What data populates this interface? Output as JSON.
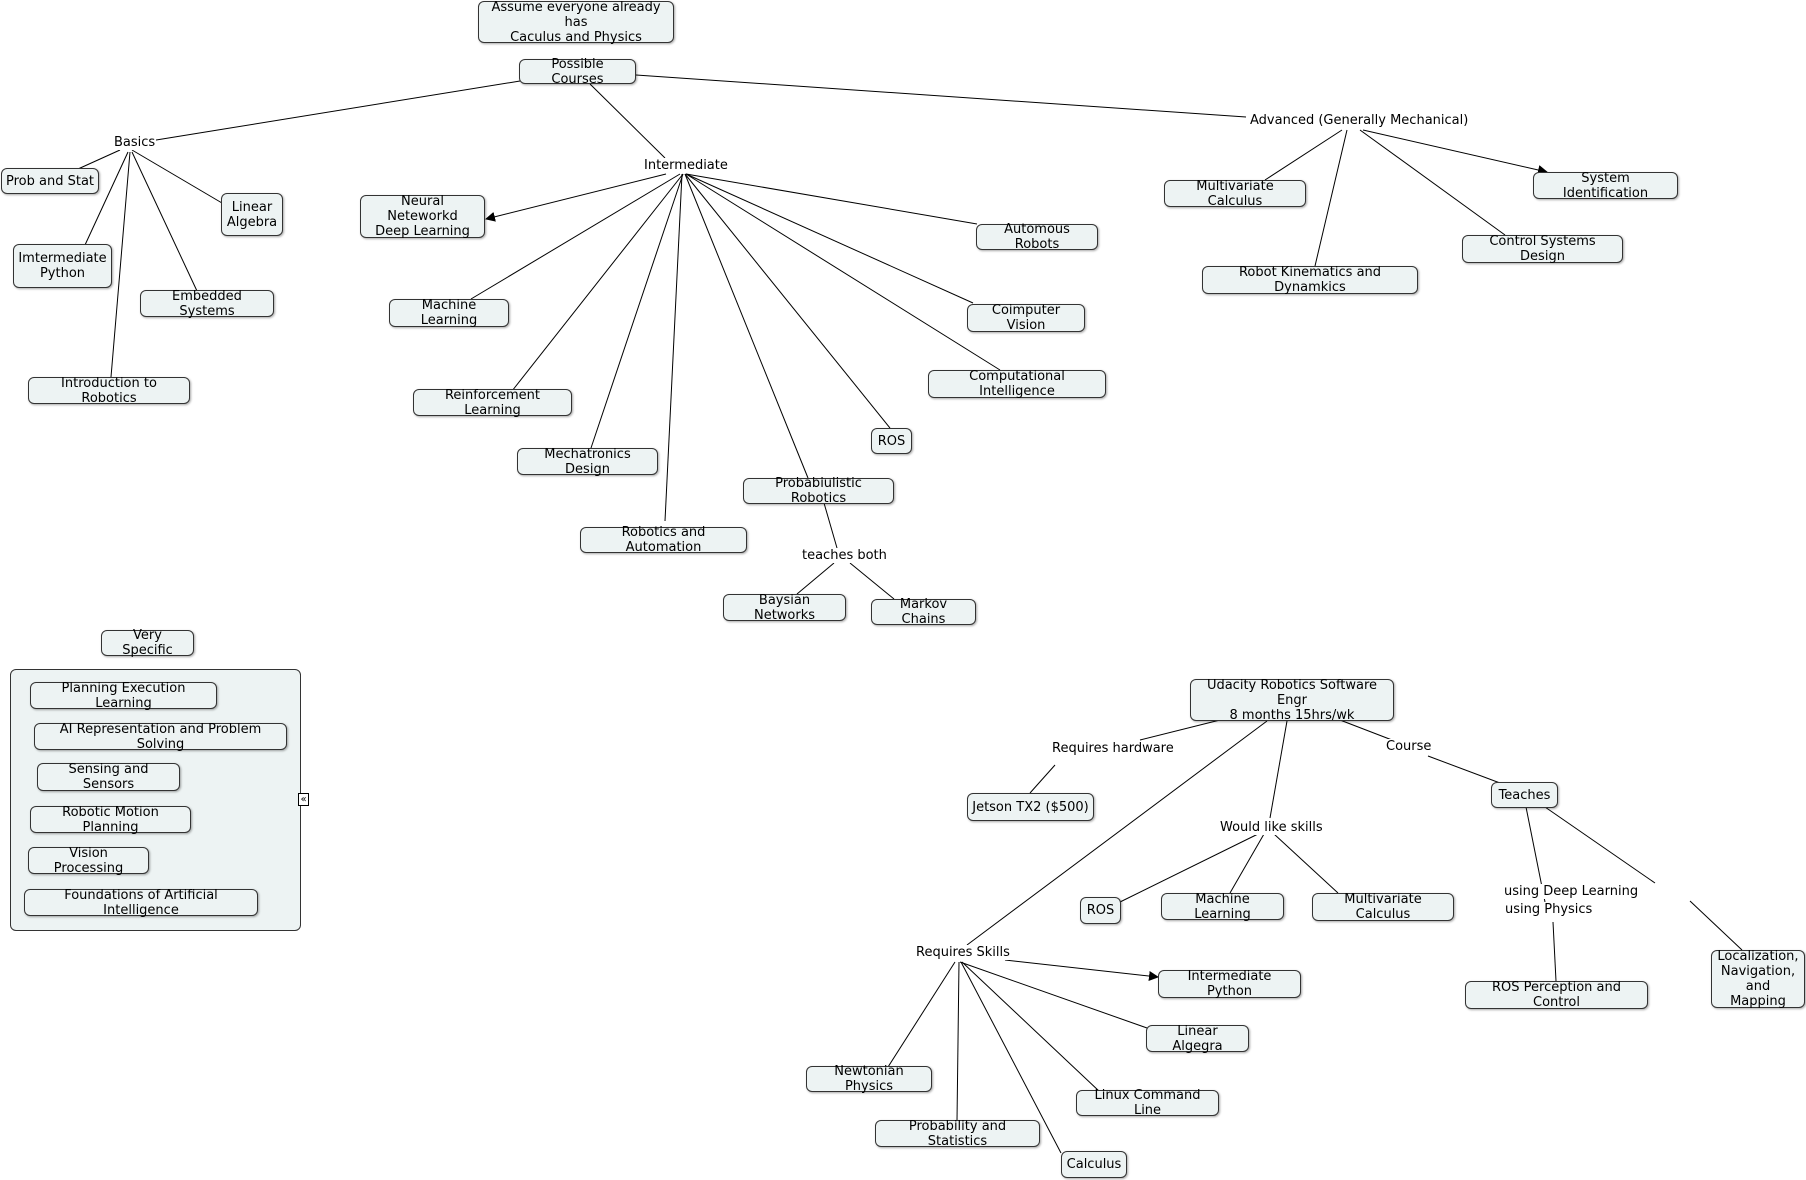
{
  "header": {
    "note": "Assume everyone already has\nCaculus and Physics",
    "possible_courses": "Possible Courses"
  },
  "basics": {
    "label": "Basics",
    "prob_stat": "Prob and Stat",
    "linear_algebra": "Linear\nAlgebra",
    "intermediate_python": "Imtermediate\nPython",
    "embedded_systems": "Embedded Systems",
    "intro_robotics": "Introduction to Robotics"
  },
  "intermediate": {
    "label": "Intermediate",
    "neural_networks": "Neural Neteworkd\nDeep Learning",
    "autonomous_robots": "Automous Robots",
    "machine_learning": "Machine Learning",
    "computer_vision": "Coimputer Vision",
    "computational_intelligence": "Computational Intelligence",
    "reinforcement_learning": "Reinforcement Learning",
    "ros": "ROS",
    "mechatronics": "Mechatronics Design",
    "probabilistic_robotics": "Probabiulistic Robotics",
    "robotics_automation": "Robotics and Automation",
    "teaches_both": "teaches both",
    "bayesian_networks": "Baysian Networks",
    "markov_chains": "Markov Chains"
  },
  "advanced": {
    "label": "Advanced (Generally Mechanical)",
    "multivariate_calculus": "Multivariate Calculus",
    "system_identification": "System Identification",
    "control_systems": "Control Systems Design",
    "robot_kinematics": "Robot Kinematics and Dynamkics"
  },
  "very_specific": {
    "title": "Very Specific",
    "items": [
      "Planning Execution Learning",
      "AI Representation and Problem Solving",
      "Sensing and Sensors",
      "Robotic Motion Planning",
      "Vision Processing",
      "Foundations of Artificial Intelligence"
    ],
    "collapse_glyph": "«"
  },
  "udacity": {
    "title": "Udacity Robotics Software Engr\n8 months 15hrs/wk",
    "requires_hardware": "Requires hardware",
    "jetson": "Jetson TX2 ($500)",
    "course": "Course",
    "teaches": "Teaches",
    "would_like_skills": "Would like skills",
    "ros": "ROS",
    "machine_learning": "Machine Learning",
    "multivariate_calculus": "Multivariate Calculus",
    "using_physics": "using Physics",
    "using_deep_learning": "using Deep Learning",
    "ros_perception": "ROS Perception and Control",
    "localization": "Localization,\nNavigation,\nand Mapping",
    "requires_skills": "Requires Skills",
    "intermediate_python": "Intermediate Python",
    "linear_algebra": "Linear Algegra",
    "newtonian_physics": "Newtonian Physics",
    "linux": "Linux Command Line",
    "probability_statistics": "Probability and Statistics",
    "calculus": "Calculus"
  }
}
